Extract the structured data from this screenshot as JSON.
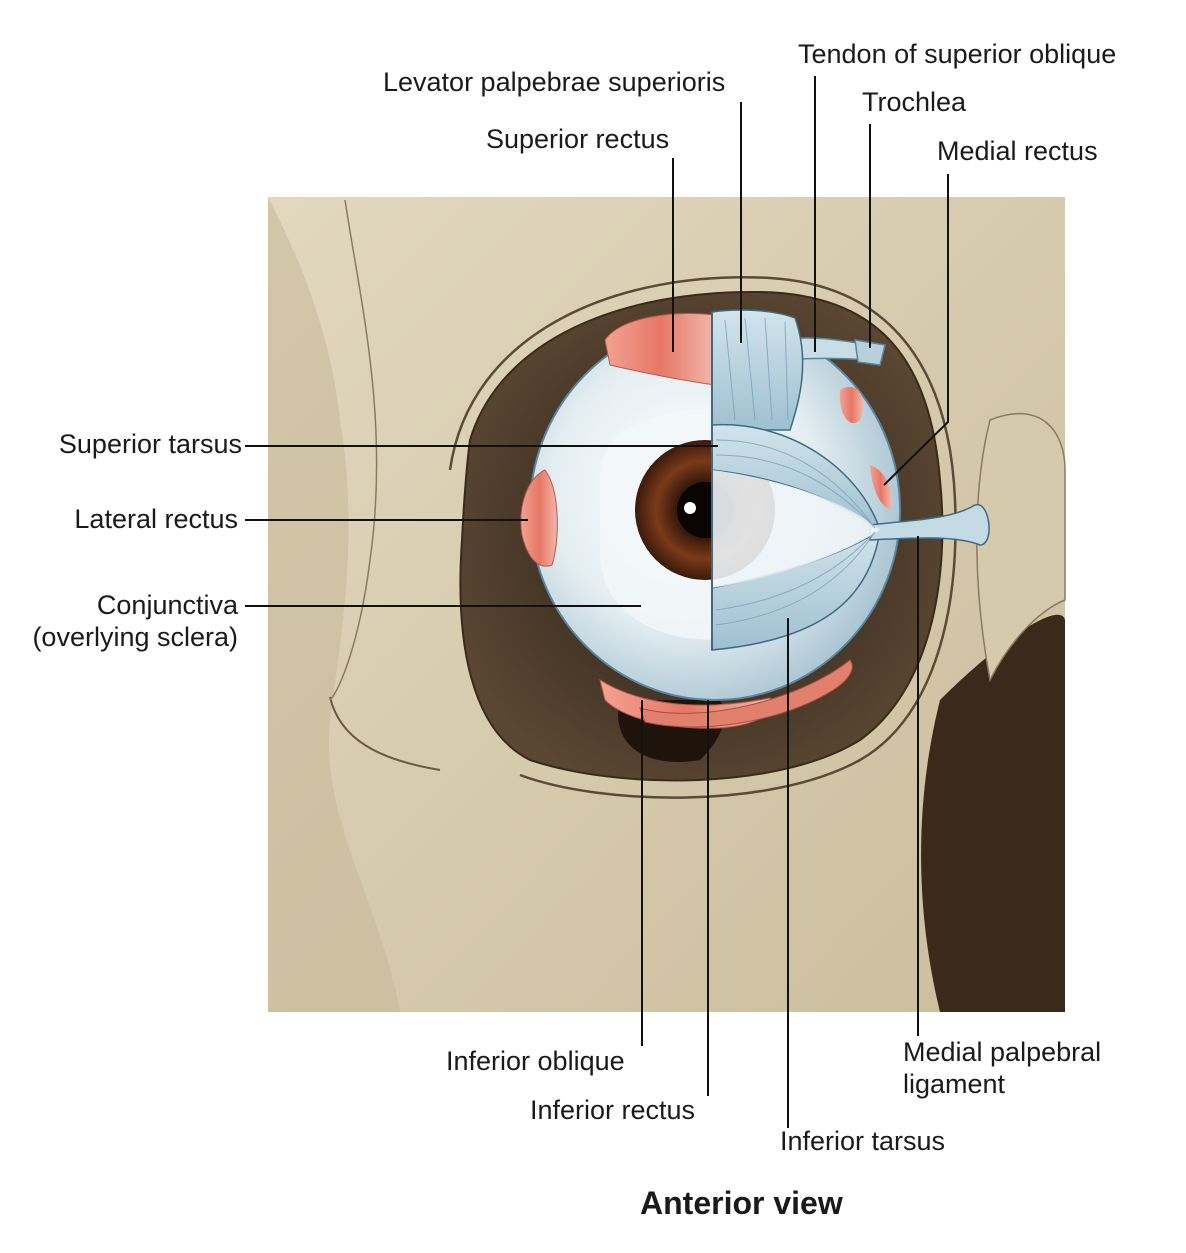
{
  "labels": {
    "tendon_superior_oblique": "Tendon of superior oblique",
    "levator_palpebrae": "Levator palpebrae superioris",
    "trochlea": "Trochlea",
    "superior_rectus": "Superior rectus",
    "medial_rectus": "Medial rectus",
    "superior_tarsus": "Superior tarsus",
    "lateral_rectus": "Lateral rectus",
    "conjunctiva_line1": "Conjunctiva",
    "conjunctiva_line2": "(overlying sclera)",
    "inferior_oblique": "Inferior oblique",
    "inferior_rectus": "Inferior rectus",
    "inferior_tarsus": "Inferior tarsus",
    "medial_palpebral_line1": "Medial palpebral",
    "medial_palpebral_line2": "ligament"
  },
  "caption": "Anterior view",
  "colors": {
    "bone": "#d8ccb0",
    "bone_shadow": "#a89878",
    "orbit_dark": "#4a3a2a",
    "muscle": "#e8887a",
    "sclera": "#d8e6ec",
    "tarsus": "#b8d4e0",
    "iris": "#5a2a14",
    "leader": "#111111"
  }
}
